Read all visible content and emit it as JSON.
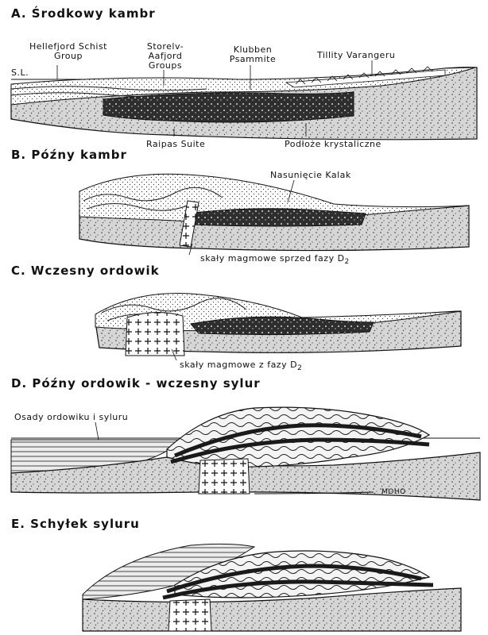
{
  "panels": [
    {
      "id": "A",
      "title": "A. Środkowy kambr"
    },
    {
      "id": "B",
      "title": "B. Późny kambr"
    },
    {
      "id": "C",
      "title": "C. Wczesny ordowik"
    },
    {
      "id": "D",
      "title": "D. Późny ordowik - wczesny sylur"
    },
    {
      "id": "E",
      "title": "E. Schyłek syluru"
    }
  ],
  "labels_a": {
    "hellefjord_line1": "Hellefjord Schist",
    "hellefjord_line2": "Group",
    "storelv_line1": "Storelv-",
    "storelv_line2": "Aafjord",
    "storelv_line3": "Groups",
    "klubben_line1": "Klubben",
    "klubben_line2": "Psammite",
    "tillity": "Tillity Varangeru",
    "sea_level": "S.L.",
    "raipas": "Raipas Suite",
    "podloze": "Podłoże krystaliczne"
  },
  "labels_b": {
    "nasuniecie": "Nasunięcie Kalak",
    "skaly_pre_main": "skały magmowe sprzed fazy D",
    "skaly_pre_sub": "2"
  },
  "labels_c": {
    "skaly_main": "skały magmowe z fazy D",
    "skaly_sub": "2"
  },
  "labels_d": {
    "osady": "Osady ordowiku i syluru",
    "moho": "MOHO"
  },
  "colors": {
    "ink": "#1a1a1a",
    "basement": "#d9d9d9",
    "dark_unit": "#2e2e2e",
    "light_unit": "#f2f2f2"
  }
}
